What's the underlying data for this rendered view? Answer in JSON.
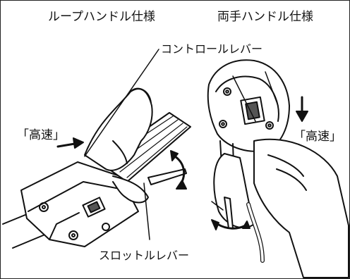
{
  "labels": {
    "loop_handle_spec": "ループハンドル仕様",
    "two_hand_handle_spec": "両手ハンドル仕様",
    "control_lever": "コントロールレバー",
    "high_speed_left": "「高速」",
    "high_speed_right": "「高速」",
    "throttle_lever": "スロットルレバー"
  }
}
